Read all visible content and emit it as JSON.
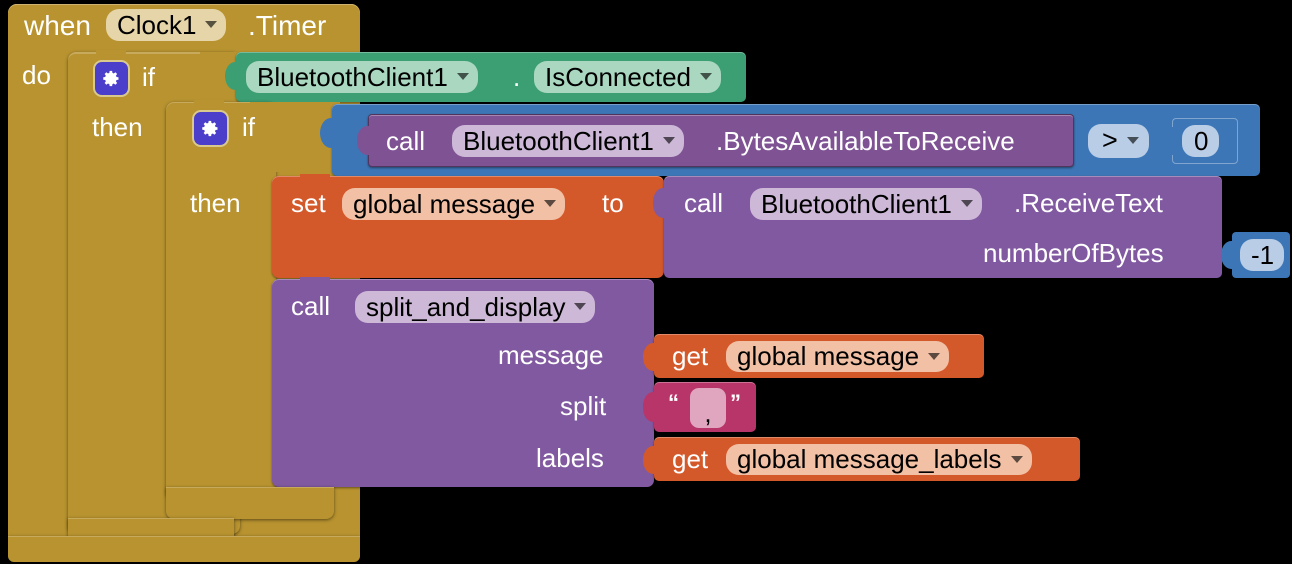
{
  "editor": {
    "name": "MIT App Inventor Blocks Editor",
    "background": "#000000"
  },
  "colors": {
    "event_block": "#b8932f",
    "component_getter": "#3c9e73",
    "math_logic": "#3d76b6",
    "procedure_call": "#8159a0",
    "variable_set_get": "#d3582a",
    "text_string": "#b73568",
    "mutator_gear": "#4a3ecb"
  },
  "blocks": {
    "event": {
      "keyword": "when",
      "component": "Clock1",
      "event_name": ".Timer",
      "body_label": "do"
    },
    "outer_if": {
      "if_label": "if",
      "then_label": "then",
      "mutator_icon": "gear-icon",
      "condition": {
        "component": "BluetoothClient1",
        "dot": ".",
        "property": "IsConnected"
      }
    },
    "inner_if": {
      "if_label": "if",
      "then_label": "then",
      "mutator_icon": "gear-icon",
      "condition": {
        "call_label": "call",
        "component": "BluetoothClient1",
        "method": ".BytesAvailableToReceive",
        "operator": ">",
        "operand": "0"
      }
    },
    "set_global": {
      "set_label": "set",
      "variable": "global message",
      "to_label": "to",
      "value": {
        "call_label": "call",
        "component": "BluetoothClient1",
        "method": ".ReceiveText",
        "arg_label": "numberOfBytes",
        "arg_value": "-1"
      }
    },
    "call_procedure": {
      "call_label": "call",
      "procedure": "split_and_display",
      "args": [
        {
          "name": "message",
          "value_kind": "get",
          "get_label": "get",
          "value": "global message"
        },
        {
          "name": "split",
          "value_kind": "text",
          "open_quote": "“",
          "close_quote": "”",
          "value": ","
        },
        {
          "name": "labels",
          "value_kind": "get",
          "get_label": "get",
          "value": "global message_labels"
        }
      ]
    }
  }
}
